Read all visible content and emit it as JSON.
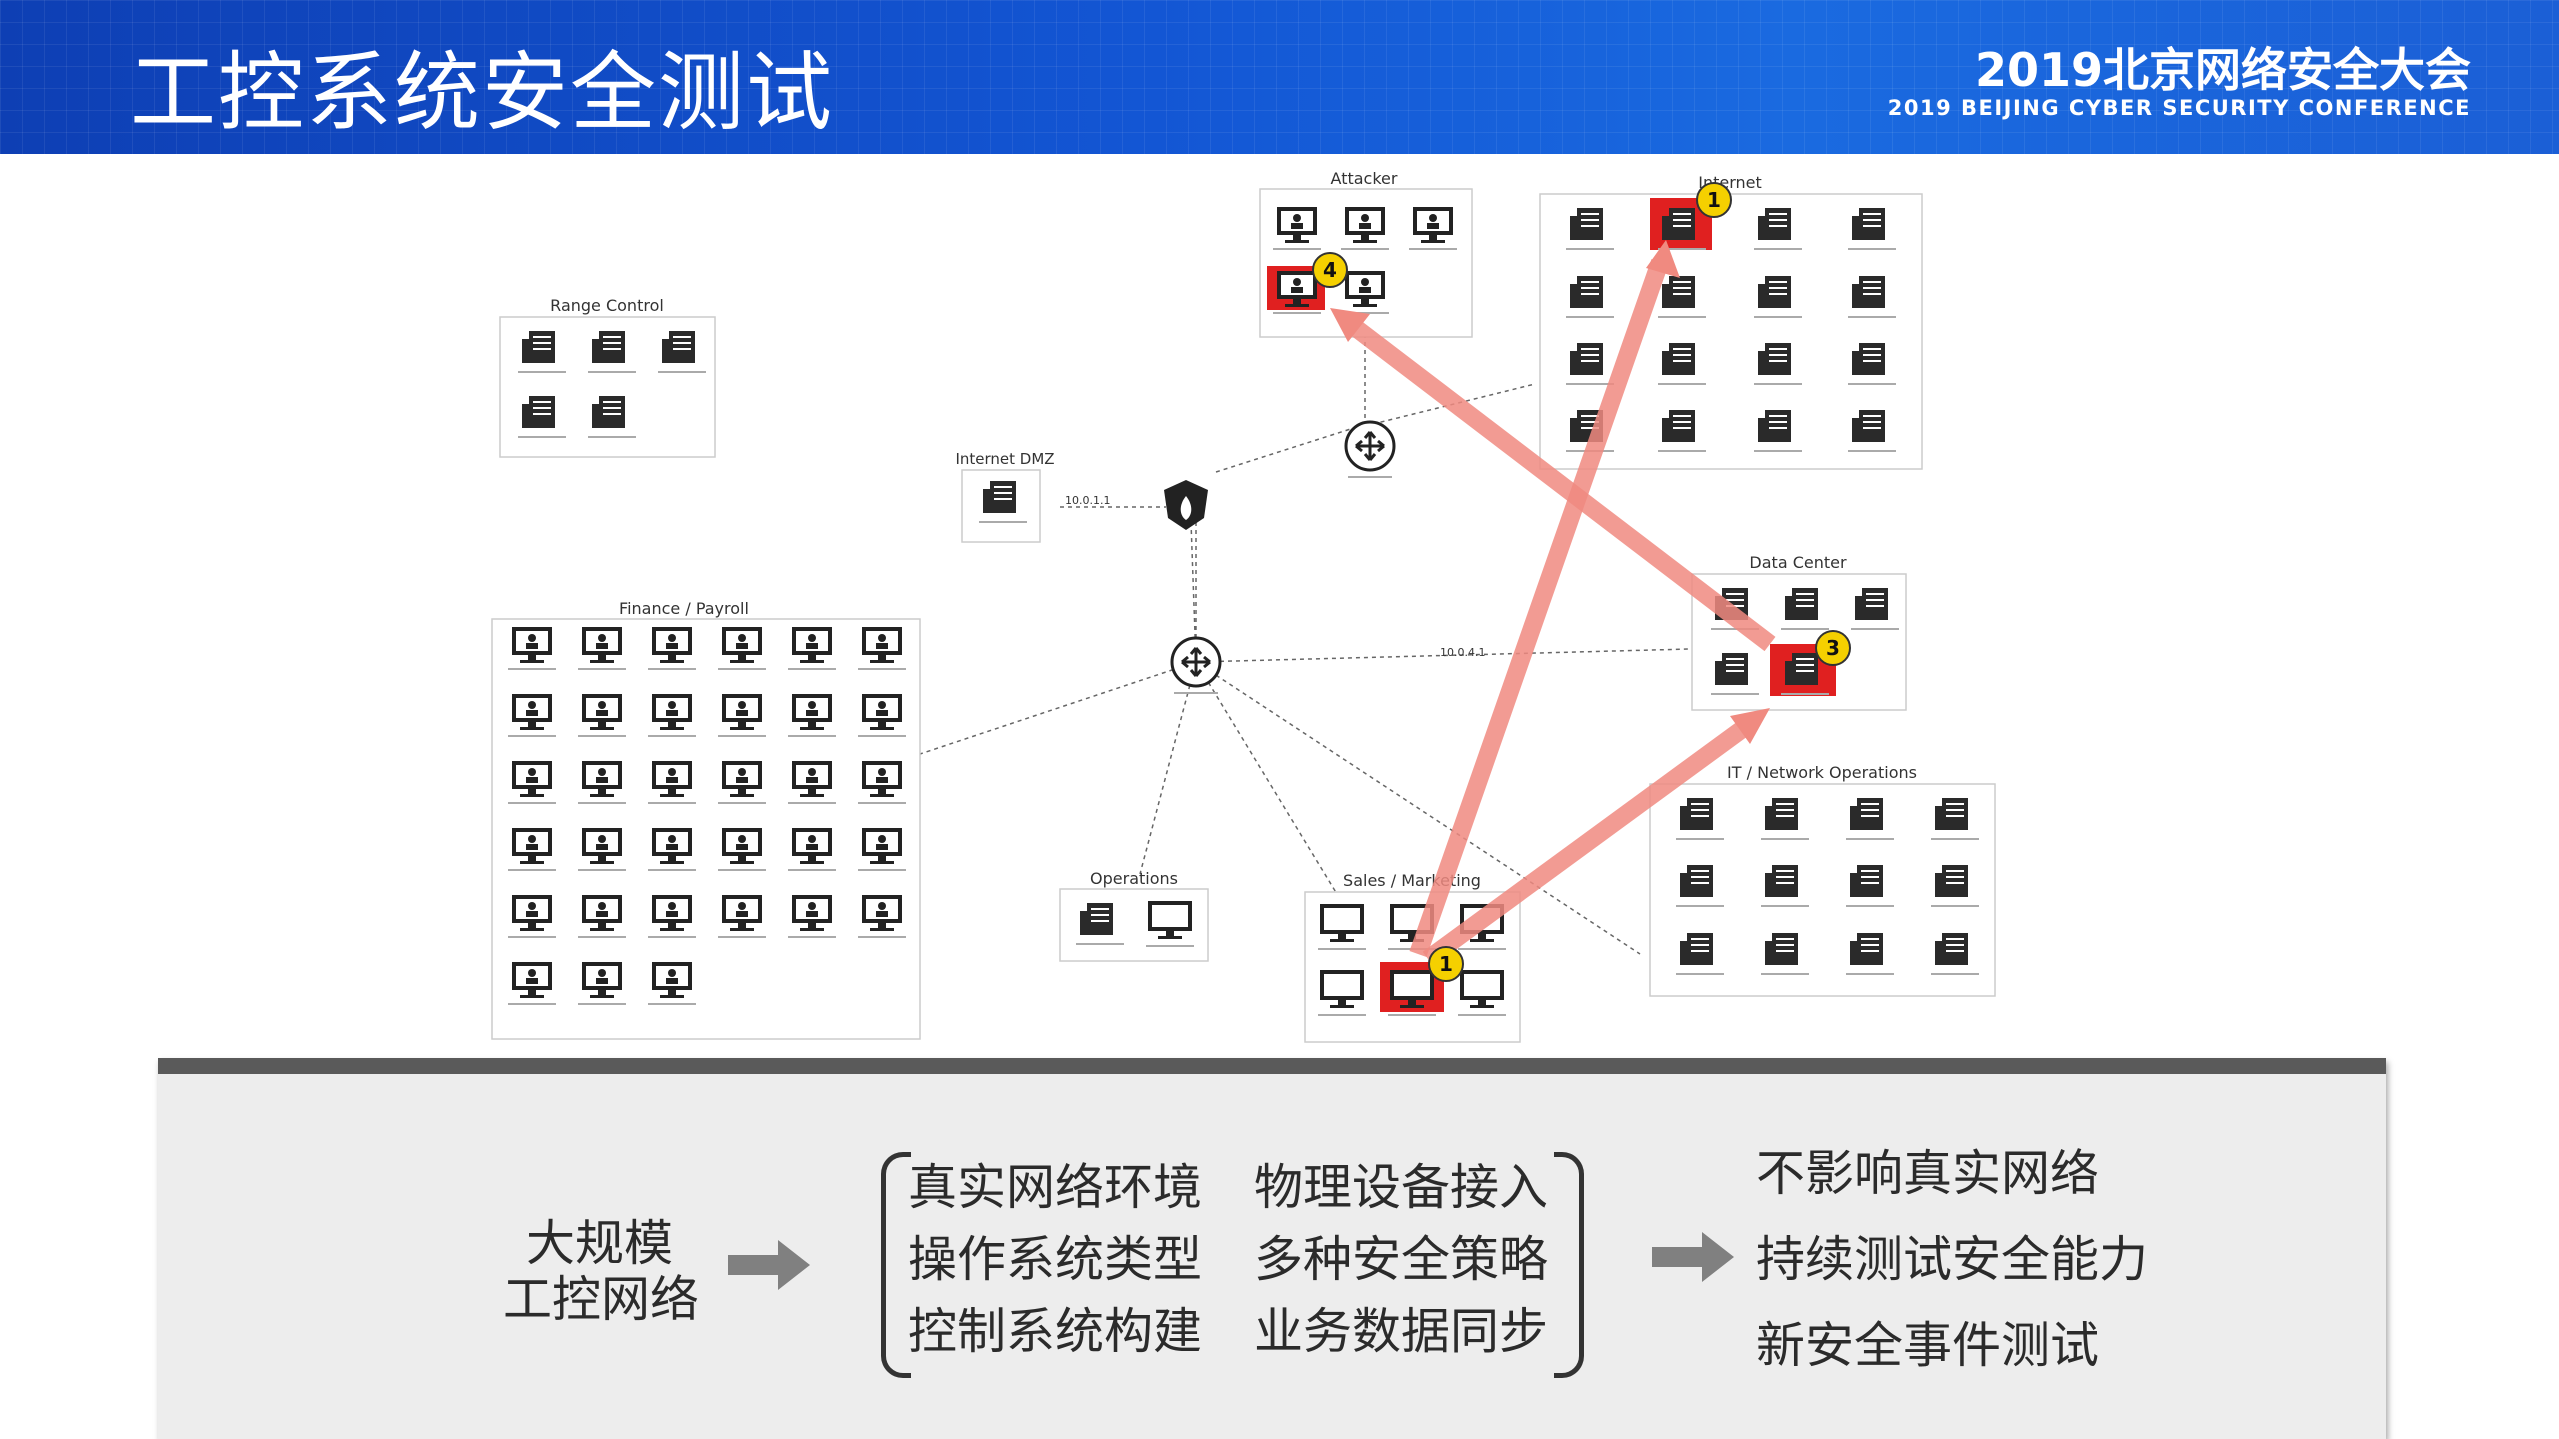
{
  "header": {
    "title": "工控系统安全测试",
    "conference_cn": "2019北京网络安全大会",
    "conference_en": "2019 BEIJING CYBER SECURITY CONFERENCE"
  },
  "diagram": {
    "groups": {
      "attacker": "Attacker",
      "internet": "Internet",
      "range_control": "Range Control",
      "internet_dmz": "Internet DMZ",
      "finance_payroll": "Finance / Payroll",
      "data_center": "Data Center",
      "it_network_operations": "IT / Network Operations",
      "operations": "Operations",
      "sales_marketing": "Sales / Marketing"
    },
    "badges": {
      "internet": "1",
      "attacker": "4",
      "data_center": "3",
      "sales": "1"
    },
    "link_labels": {
      "dmz_link": "10.0.1.1",
      "dc_link": "10.0.4.1"
    }
  },
  "panel": {
    "left_lines": [
      "大规模",
      "工控网络"
    ],
    "features_col1": [
      "真实网络环境",
      "操作系统类型",
      "控制系统构建"
    ],
    "features_col2": [
      "物理设备接入",
      "多种安全策略",
      "业务数据同步"
    ],
    "results": [
      "不影响真实网络",
      "持续测试安全能力",
      "新安全事件测试"
    ]
  },
  "colors": {
    "header_blue": "#1356d4",
    "attack_arrow": "#f08a80",
    "compromised": "#e02020",
    "badge": "#f5d000"
  }
}
